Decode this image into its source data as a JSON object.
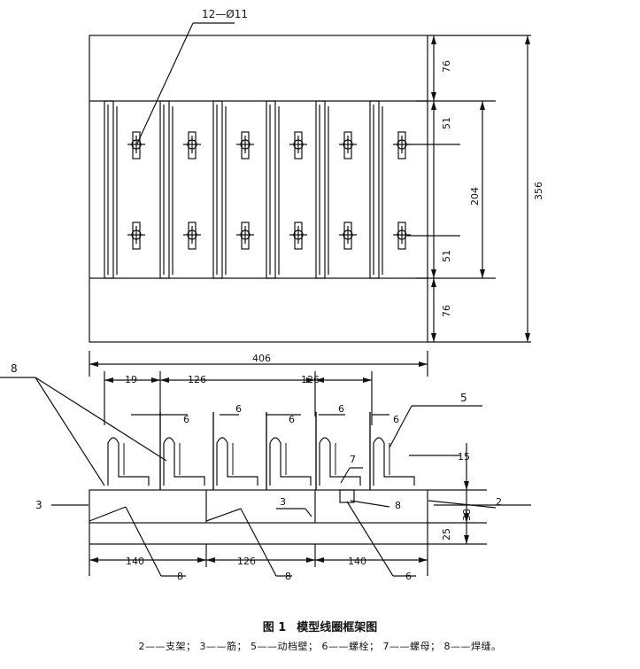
{
  "callouts": {
    "holes": "12—Ø11",
    "c8": "8",
    "c5": "5",
    "c7": "7",
    "c3": "3",
    "c2": "2",
    "c6": "6"
  },
  "dimensions": {
    "top_margin": "76",
    "upper": "51",
    "center": "204",
    "lower": "51",
    "bottom_margin": "76",
    "total_height": "356",
    "total_width": "406",
    "first_gap": "19",
    "pitch_a": "126",
    "pitch_b": "126",
    "wall_gap": "6",
    "wall_height": "15",
    "base_38": "38",
    "base_25": "25",
    "bottom_left": "140",
    "bottom_mid": "126",
    "bottom_right": "140"
  },
  "caption": {
    "figure_no": "图 1",
    "title": "模型线圈框架图",
    "legend": "2——支架； 3——筋； 5——动档壁； 6——螺栓； 7——螺母； 8——焊缝。"
  }
}
